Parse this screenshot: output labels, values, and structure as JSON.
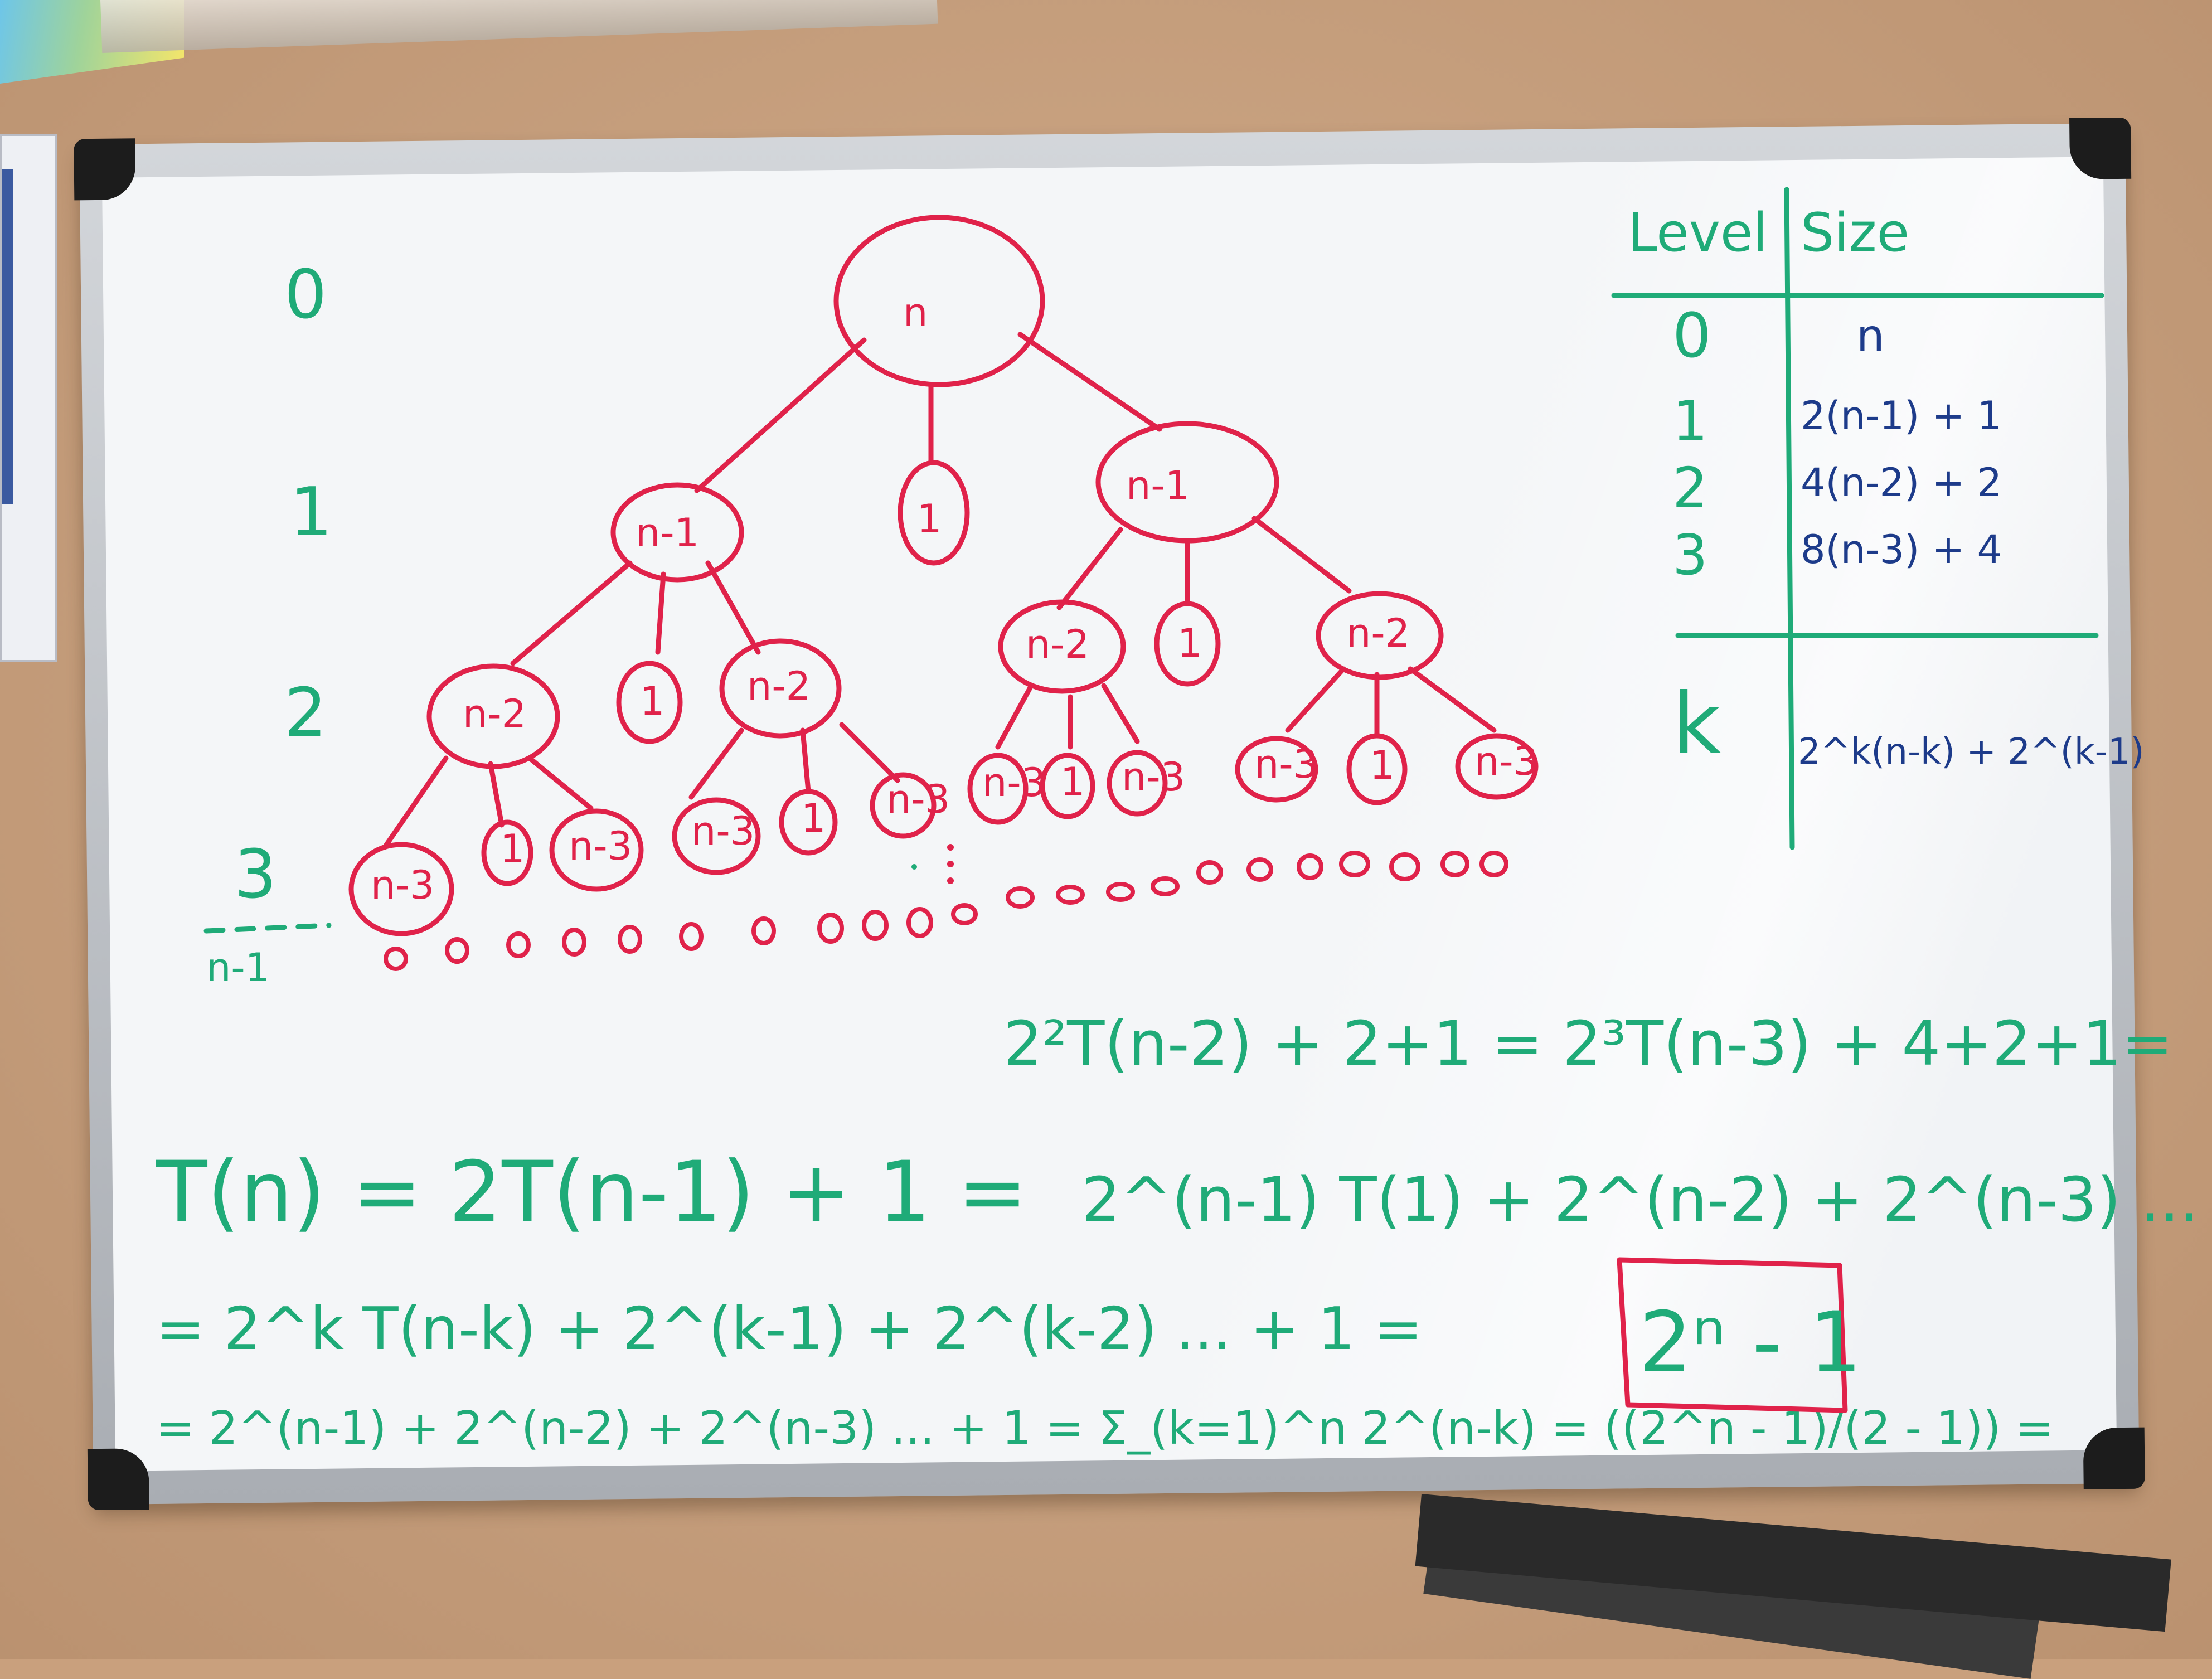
{
  "levels": [
    "0",
    "1",
    "2",
    "3",
    "n-1"
  ],
  "tree": {
    "root": "n",
    "level1": [
      "n-1",
      "1",
      "n-1"
    ],
    "level2": [
      "n-2",
      "1",
      "n-2",
      "n-2",
      "1",
      "n-2"
    ],
    "level3": [
      "n-3",
      "1",
      "n-3",
      "n-3",
      "1",
      "n-3",
      "n-3",
      "1",
      "n-3",
      "n-3",
      "1",
      "n-3"
    ]
  },
  "table": {
    "headers": [
      "Level",
      "Size"
    ],
    "rows": [
      {
        "level": "0",
        "size": "n"
      },
      {
        "level": "1",
        "size": "2(n-1) + 1"
      },
      {
        "level": "2",
        "size": "4(n-2) + 2"
      },
      {
        "level": "3",
        "size": "8(n-3) + 4"
      },
      {
        "level": "k",
        "size": "2^k(n-k) + 2^(k-1)"
      }
    ]
  },
  "equations": {
    "line1": "2²T(n-2) + 2+1 = 2³T(n-3) + 4+2+1=",
    "line2": "T(n) = 2T(n-1) + 1 = ",
    "line3": "2^(n-1) T(1) + 2^(n-2) + 2^(n-3) ... + 1 =",
    "line4": "= 2^k T(n-k) + 2^(k-1) + 2^(k-2) ... + 1 = ",
    "line5": "= 2^(n-1) + 2^(n-2) + 2^(n-3) ... + 1 = Σ_(k=1)^n 2^(n-k) = ((2^n - 1)/(2 - 1)) = ",
    "result": "2ⁿ - 1"
  }
}
